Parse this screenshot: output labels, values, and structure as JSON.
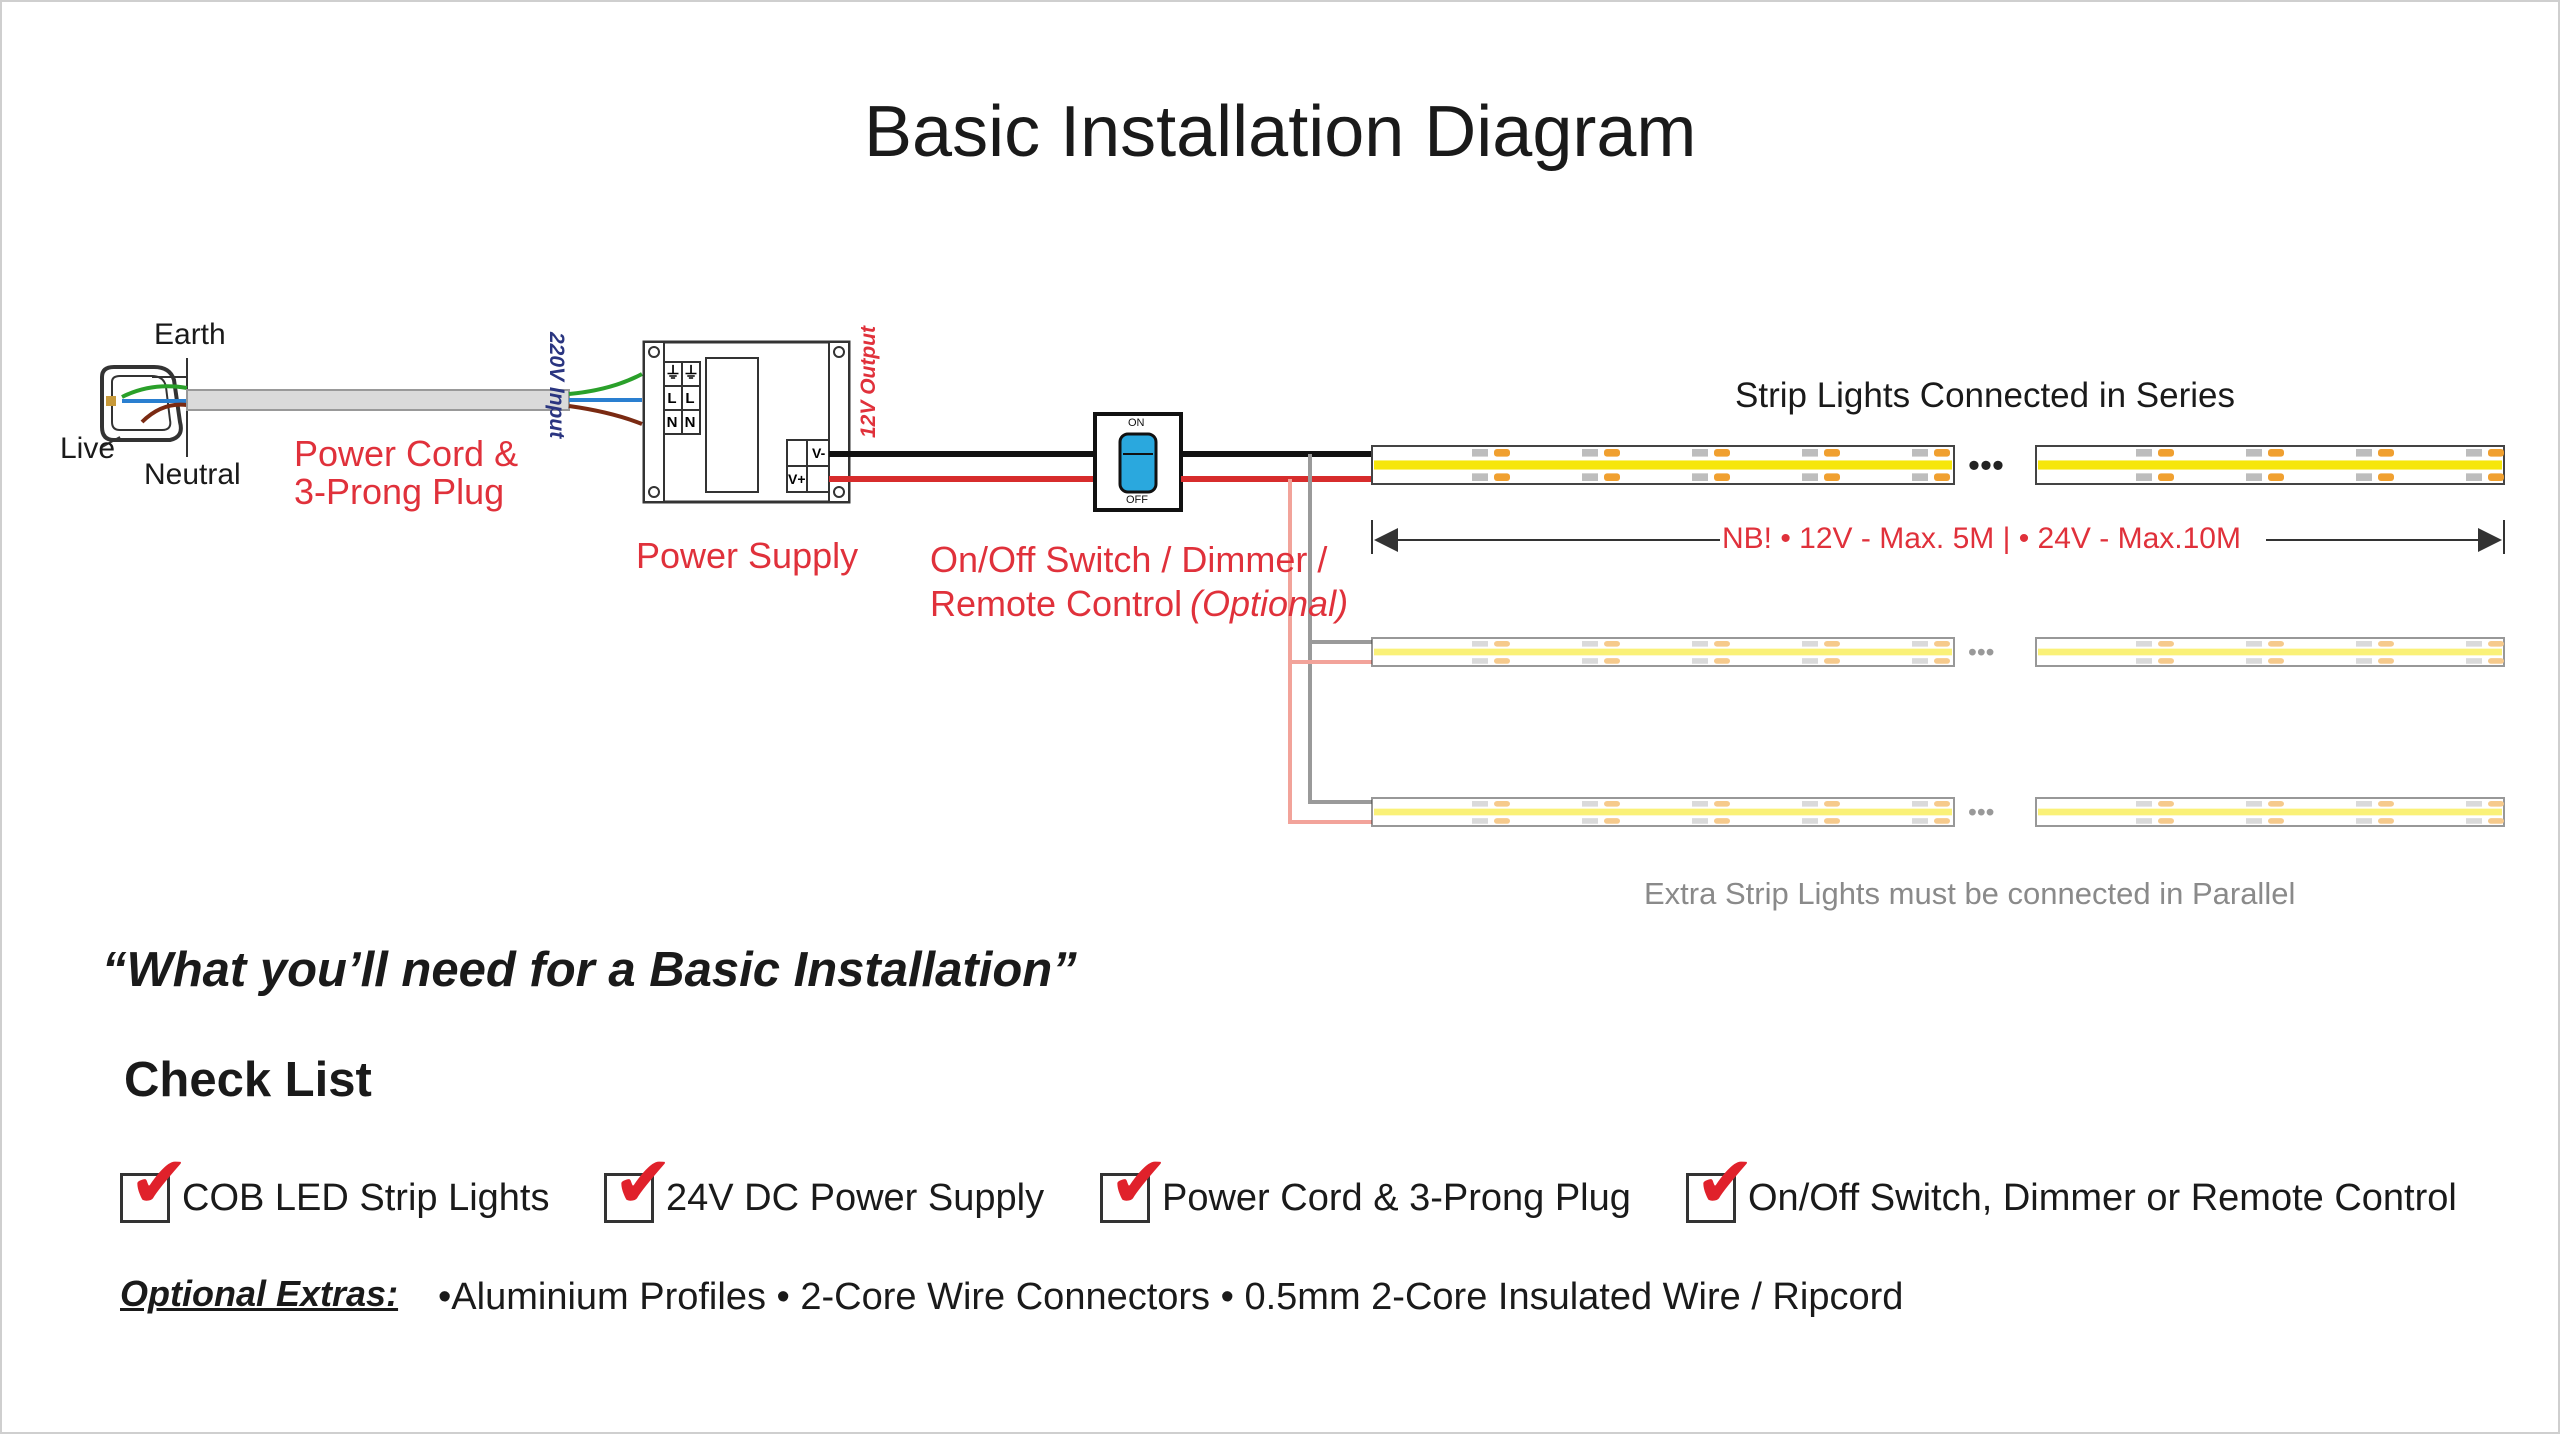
{
  "title": "Basic Installation Diagram",
  "plug": {
    "earth": "Earth",
    "live": "Live",
    "neutral": "Neutral"
  },
  "power_cord_label": [
    "Power Cord &",
    "3-Prong Plug"
  ],
  "input_label": "220V Input",
  "output_label": "12V Output",
  "psu_terminals_in": [
    "⏚",
    "L",
    "N"
  ],
  "psu_terminals_out": [
    "V-",
    "V+"
  ],
  "power_supply_label": "Power Supply",
  "switch": {
    "on": "ON",
    "off": "OFF",
    "label_line1": "On/Off Switch / Dimmer /",
    "label_line2": "Remote Control",
    "optional": "(Optional)"
  },
  "series_label": "Strip Lights Connected in Series",
  "nb_note": "NB! • 12V - Max. 5M | • 24V - Max.10M",
  "parallel_note": "Extra Strip Lights must be connected in Parallel",
  "needs_heading": "“What you’ll need for a Basic Installation”",
  "checklist_heading": "Check List",
  "checklist": [
    "COB LED Strip Lights",
    "24V DC Power Supply",
    "Power Cord & 3-Prong Plug",
    "On/Off Switch, Dimmer or Remote Control"
  ],
  "check_mark": "✔",
  "optional_label": "Optional Extras:",
  "optional_items": "•Aluminium Profiles • 2-Core Wire Connectors • 0.5mm 2-Core Insulated Wire / Ripcord",
  "colors": {
    "red": "#e0313b",
    "wire_red": "#d72c2c",
    "strip_yellow": "#f6e60a",
    "navy": "#2a3580",
    "switch_blue": "#2aa8de"
  }
}
